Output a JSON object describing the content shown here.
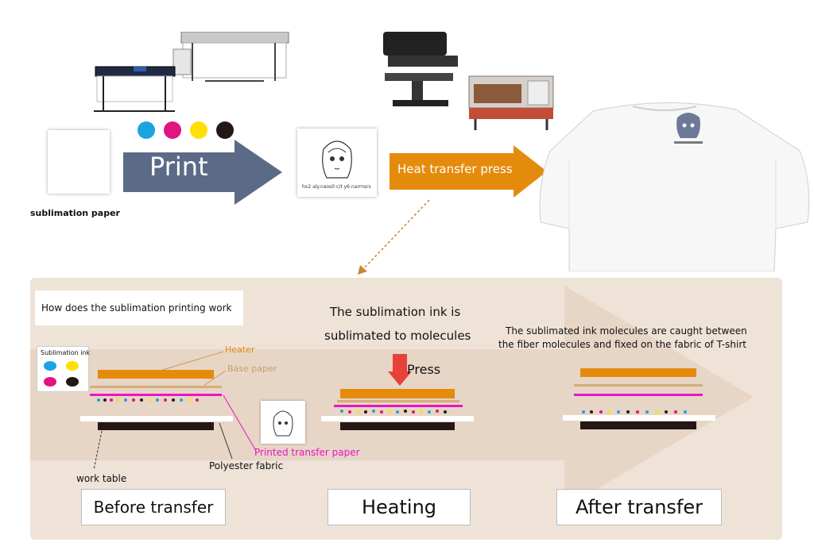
{
  "top": {
    "paper_label": "sublimation paper",
    "print_arrow_label": "Print",
    "heat_arrow_label": "Heat transfer press",
    "ink_colors": [
      "#1aa3e0",
      "#e0157f",
      "#ffe000",
      "#231815"
    ],
    "printed_sample_caption": "hx2 aly.naos0 c/t y6 narrnsrs b"
  },
  "panel": {
    "question": "How does the sublimation printing work",
    "heating_note_line1": "The sublimation ink is",
    "heating_note_line2": "sublimated to molecules",
    "after_note_line1": "The sublimated ink molecules are caught between",
    "after_note_line2": "the fiber molecules and fixed on the fabric of T-shirt",
    "press_label": "Press",
    "legend_title": "Sublimation ink",
    "heater_label": "Heater",
    "base_paper_label": "Base paper",
    "transfer_paper_label": "Printed transfer paper",
    "fabric_label": "Polyester fabric",
    "table_label": "work table",
    "stage_before": "Before transfer",
    "stage_heating": "Heating",
    "stage_after": "After transfer"
  },
  "colors": {
    "panel_bg": "#efe3d8",
    "print_arrow": "#5b6a86",
    "heat_arrow": "#e58b0c",
    "heater": "#e58b0c",
    "base_paper": "#d4ae7a",
    "transfer_layer": "#e815c8",
    "fabric": "#231815",
    "press_arrow": "#e8413a"
  }
}
